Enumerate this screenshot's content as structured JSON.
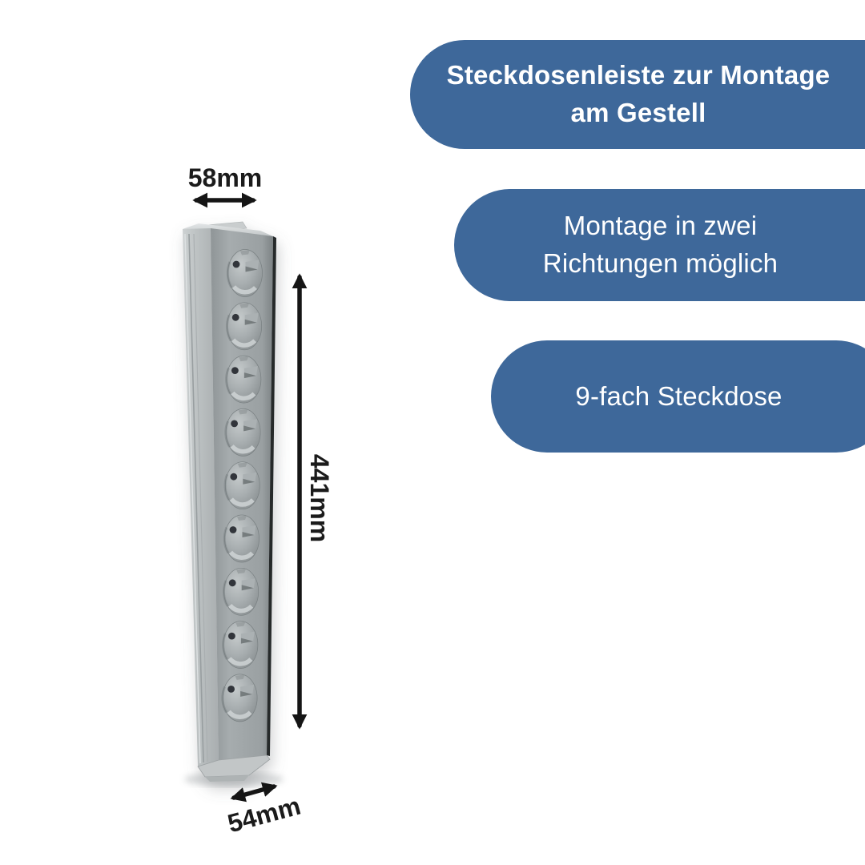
{
  "canvas": {
    "background": "#ffffff"
  },
  "colors": {
    "badge_blue": "#3e689a",
    "badge_text": "#ffffff",
    "dimension_text": "#1b1b1b",
    "arrow_black": "#151515",
    "strip_gray": "#a2a8aa"
  },
  "product": {
    "socket_count": 9,
    "dimensions": {
      "width_label": "58mm",
      "height_label": "441mm",
      "depth_label": "54mm"
    }
  },
  "badges": [
    {
      "id": "title",
      "bold": true,
      "lines": [
        "Steckdosenleiste zur Montage",
        "am Gestell"
      ]
    },
    {
      "id": "mounting-directions",
      "bold": false,
      "lines": [
        "Montage in zwei",
        "Richtungen möglich"
      ]
    },
    {
      "id": "socket-count",
      "bold": false,
      "lines": [
        "9-fach Steckdose"
      ]
    }
  ]
}
